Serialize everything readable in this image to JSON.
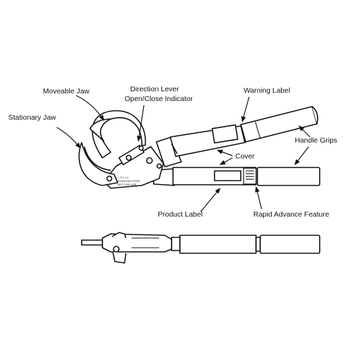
{
  "labels": {
    "moveable_jaw": "Moveable Jaw",
    "direction_lever": "Direction Lever",
    "open_close_indicator": "Open/Close Indicator",
    "warning_label": "Warning Label",
    "stationary_jaw": "Stationary Jaw",
    "handle_grips": "Handle Grips",
    "cover": "Cover",
    "product_label": "Product Label",
    "rapid_advance_feature": "Rapid Advance Feature"
  },
  "jaw_markings": {
    "line1": "L-TH 1.2",
    "line2": "POSITION STEEL",
    "line3": "NOT FOR USE"
  }
}
